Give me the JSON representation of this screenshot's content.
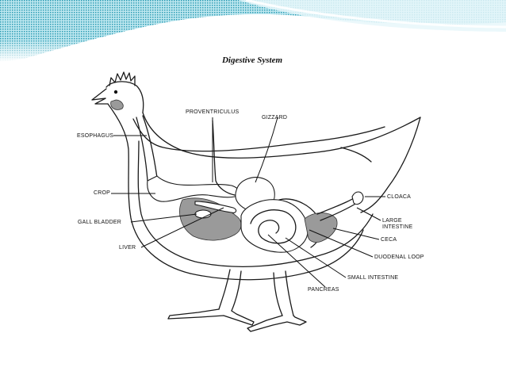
{
  "title": "Digestive System",
  "colors": {
    "banner_dark": "#1f8fa8",
    "banner_light": "#cfeff5",
    "ink": "#111111"
  },
  "labels": {
    "esophagus": "ESOPHAGUS",
    "proventriculus": "PROVENTRICULUS",
    "gizzard": "GIZZARD",
    "crop": "CROP",
    "gall_bladder": "GALL BLADDER",
    "liver": "LIVER",
    "cloaca": "CLOACA",
    "large_intestine_1": "LARGE",
    "large_intestine_2": "INTESTINE",
    "ceca": "CECA",
    "duodenal_loop": "DUODENAL LOOP",
    "small_intestine": "SMALL INTESTINE",
    "pancreas": "PANCREAS"
  }
}
